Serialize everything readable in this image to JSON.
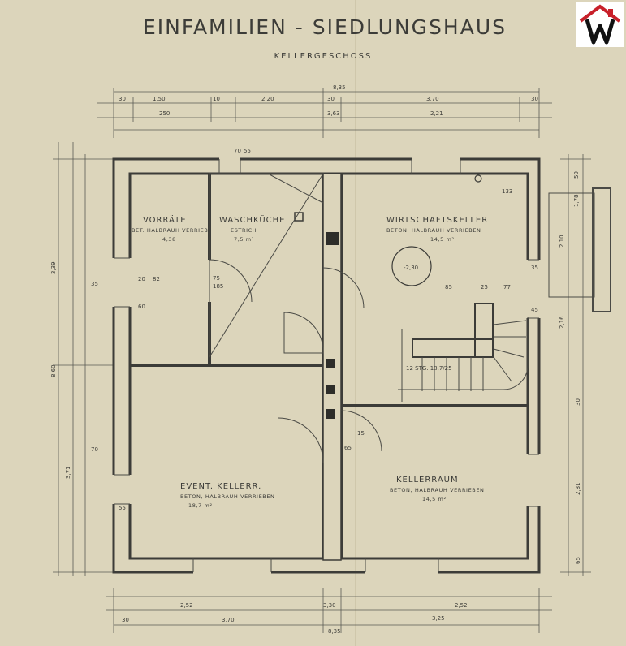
{
  "title": "EINFAMILIEN - SIEDLUNGSHAUS",
  "subtitle": "KELLERGESCHOSS",
  "logo": {
    "icon": "house-logo-icon",
    "accent": "#c8202a",
    "ink": "#111111"
  },
  "rooms": {
    "vorrate": {
      "name": "VORRÄTE",
      "desc": "BET. HALBRAUH VERRIEB",
      "area": "4,38"
    },
    "waschkueche": {
      "name": "WASCHKÜCHE",
      "desc": "ESTRICH",
      "area": "7,5 m²"
    },
    "wirtschaftskeller": {
      "name": "WIRTSCHAFTSKELLER",
      "desc": "BETON, HALBRAUH VERRIEBEN",
      "area": "14,5 m²"
    },
    "event_keller": {
      "name": "EVENT. KELLERR.",
      "desc": "BETON, HALBRAUH VERRIEBEN",
      "area": "18,7 m²"
    },
    "kellerraum": {
      "name": "KELLERRAUM",
      "desc": "BETON, HALBRAUH VERRIEBEN",
      "area": "14,5 m²"
    }
  },
  "annotations": {
    "floor_level": "-2,30",
    "stair_note": "12 STG. 18,7/25",
    "dims_top": [
      "8,35",
      "30",
      "1,50",
      "10",
      "2,20",
      "30",
      "3,70",
      "30",
      "250",
      "3,63",
      "2,21"
    ],
    "dims_bottom": [
      "2,52",
      "3,30",
      "2,52",
      "30",
      "3,70",
      "3,25",
      "8,35"
    ],
    "dims_left": [
      "3,39",
      "8,60",
      "3,71",
      "55",
      "70",
      "35"
    ],
    "dims_right": [
      "59",
      "1,78",
      "2,10",
      "2,16",
      "30",
      "2,81",
      "65"
    ],
    "dims_inner": [
      "75",
      "185",
      "85",
      "25",
      "77",
      "133",
      "35",
      "45",
      "15",
      "65",
      "70",
      "55",
      "20",
      "60",
      "82"
    ]
  }
}
